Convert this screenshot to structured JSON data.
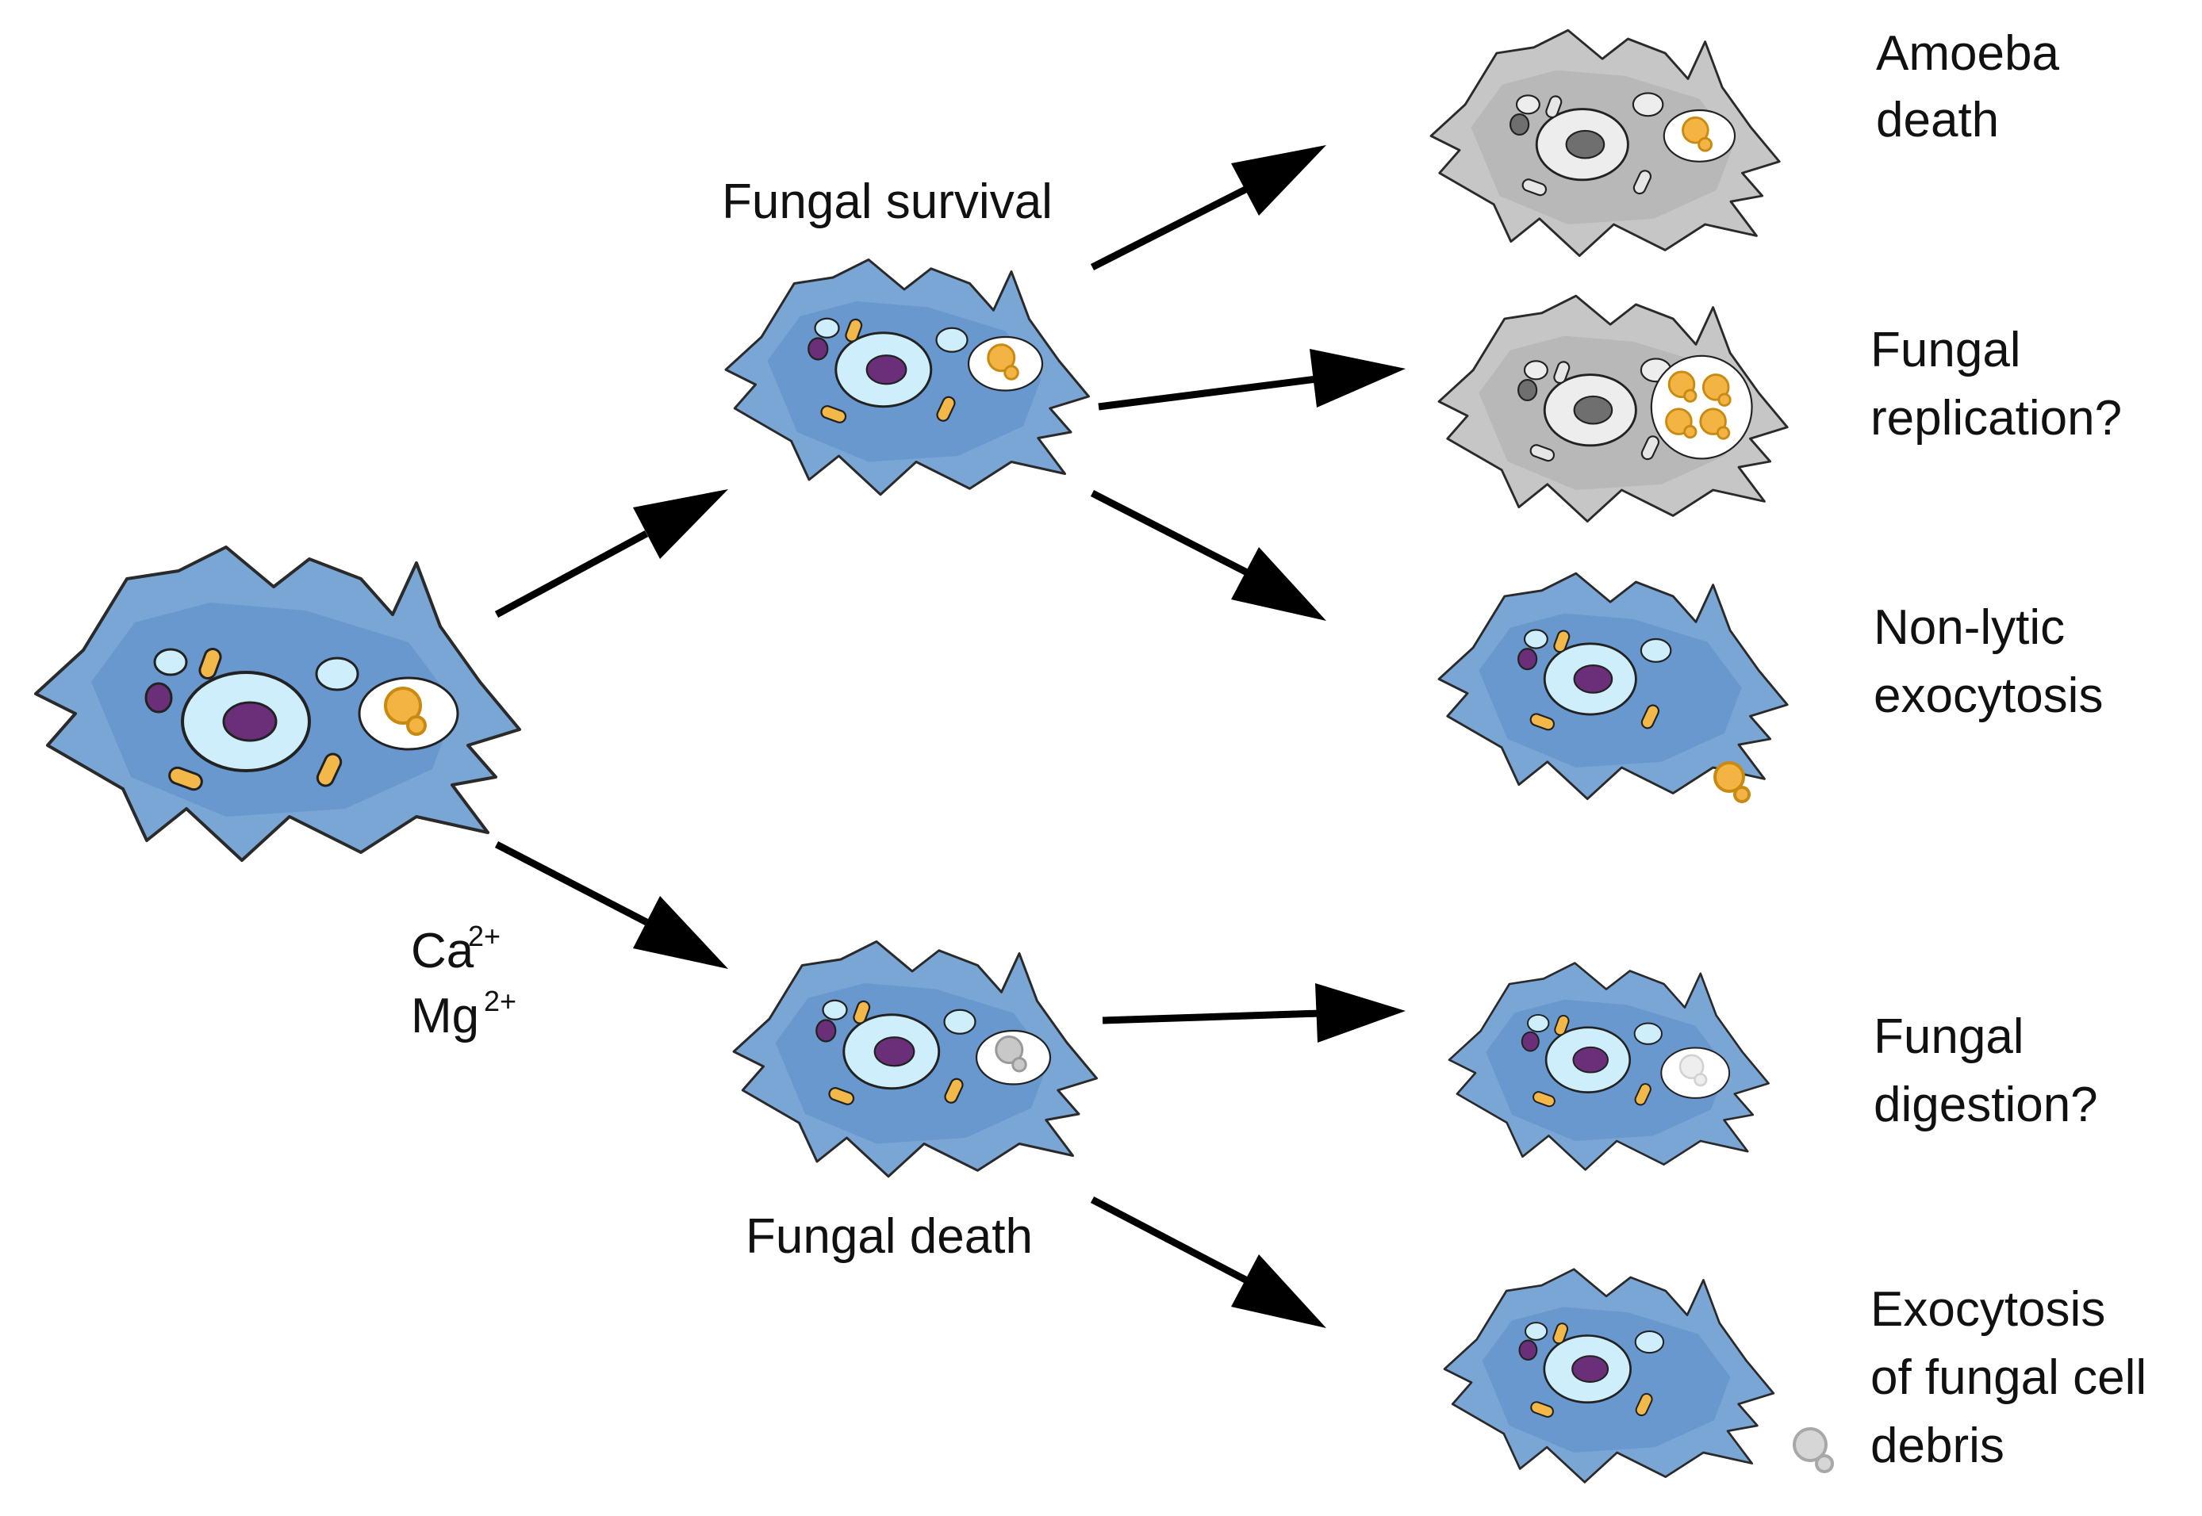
{
  "labels": {
    "fungal_survival": "Fungal survival",
    "fungal_death": "Fungal death",
    "ca": "Ca",
    "ca_charge": "2+",
    "mg": "Mg",
    "mg_charge": "2+"
  },
  "outcomes": {
    "amoeba_death": [
      "Amoeba",
      "death"
    ],
    "fungal_replication": [
      "Fungal",
      "replication?"
    ],
    "non_lytic_exocytosis": [
      "Non-lytic",
      "exocytosis"
    ],
    "fungal_digestion": [
      "Fungal",
      "digestion?"
    ],
    "exocytosis_debris": [
      "Exocytosis",
      "of fungal cell",
      "debris"
    ]
  },
  "colors": {
    "live_cell": "#7aa6d6",
    "live_cell_inner": "#5b8cc8",
    "dead_cell": "#c6c6c6",
    "dead_cell_inner": "#a9a9a9",
    "nucleus": "#cdeefa",
    "nucleolus": "#6b2f7a",
    "mitochondria": "#f2b84a",
    "live_fungus": "#f3b443",
    "dead_fungus": "#c8c8c8",
    "arrow": "#000000"
  },
  "icons": [
    "amoeba-cell",
    "fungal-cell",
    "arrow"
  ]
}
